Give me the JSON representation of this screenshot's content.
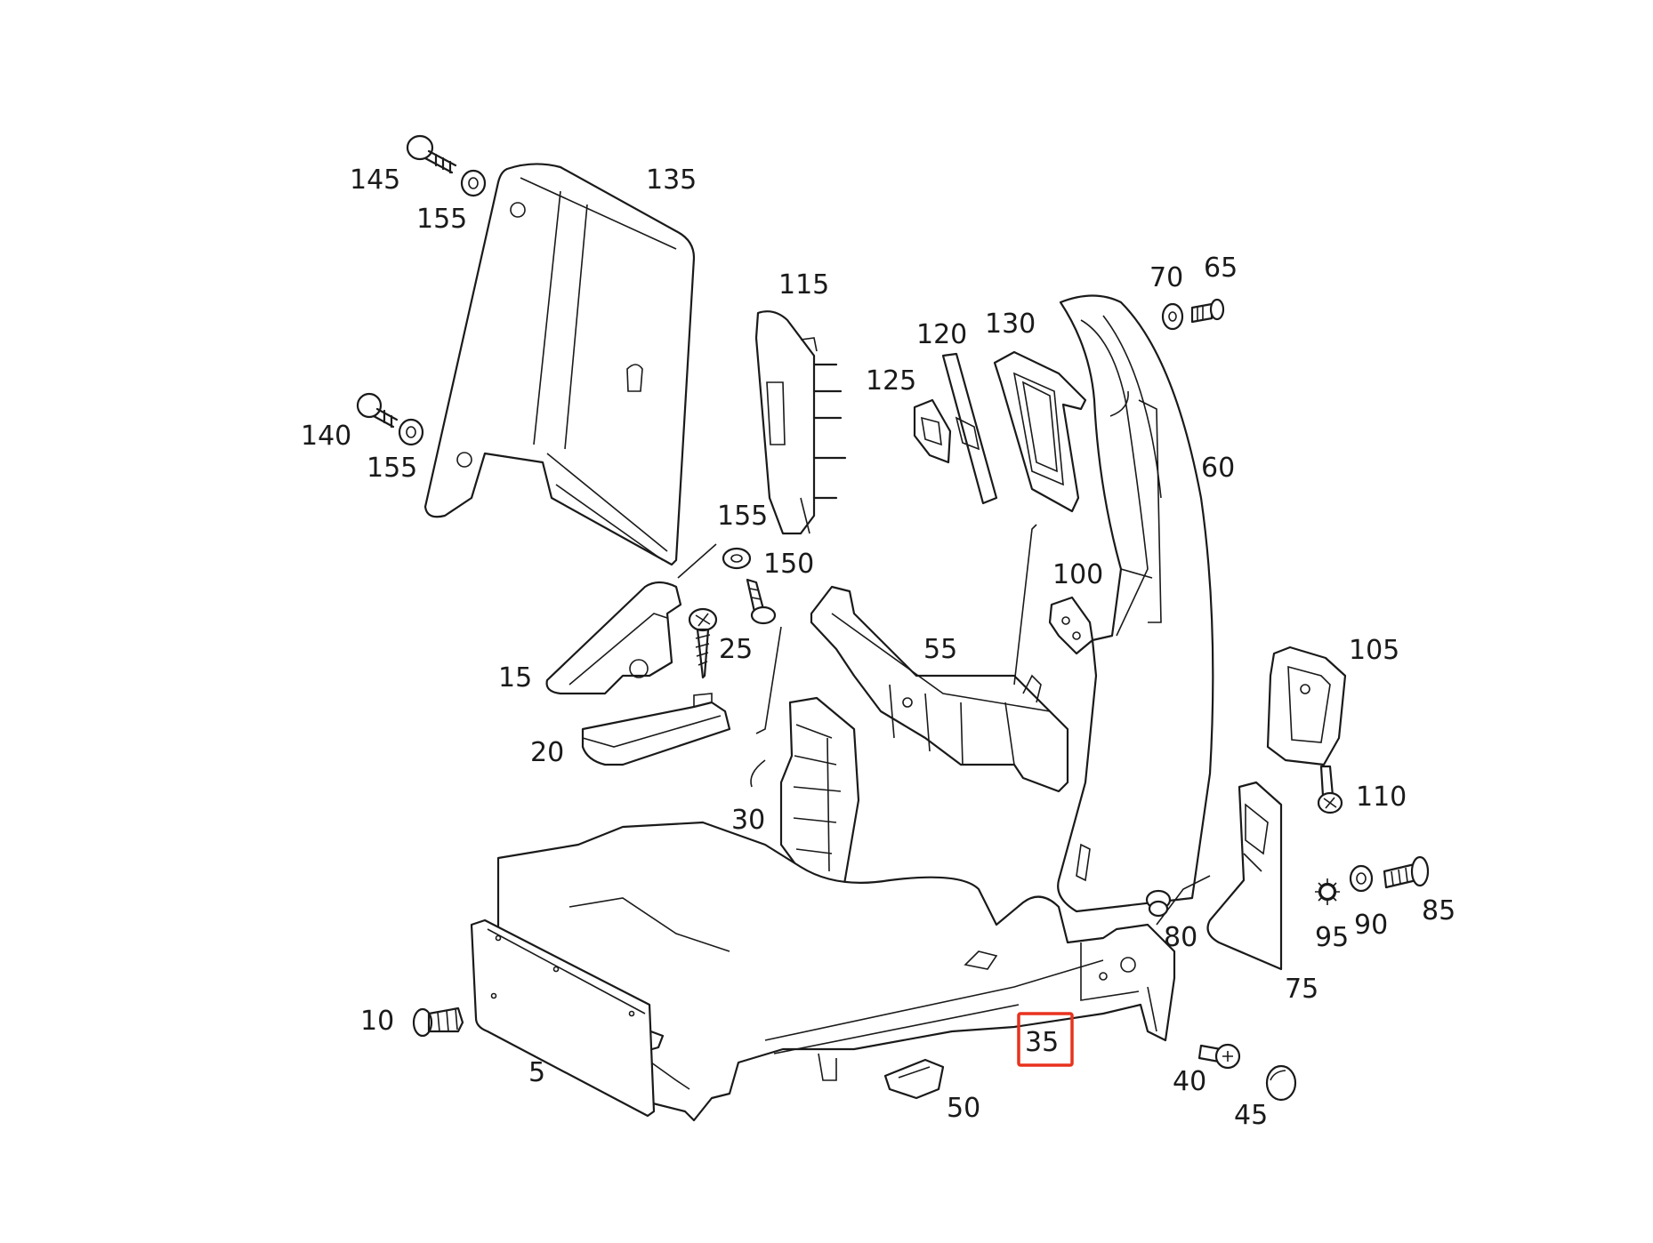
{
  "callouts": [
    {
      "id": "145",
      "text": "145"
    },
    {
      "id": "155a",
      "text": "155"
    },
    {
      "id": "135",
      "text": "135"
    },
    {
      "id": "140",
      "text": "140"
    },
    {
      "id": "155b",
      "text": "155"
    },
    {
      "id": "115",
      "text": "115"
    },
    {
      "id": "120",
      "text": "120"
    },
    {
      "id": "130",
      "text": "130"
    },
    {
      "id": "125",
      "text": "125"
    },
    {
      "id": "70",
      "text": "70"
    },
    {
      "id": "65",
      "text": "65"
    },
    {
      "id": "60",
      "text": "60"
    },
    {
      "id": "155c",
      "text": "155"
    },
    {
      "id": "150",
      "text": "150"
    },
    {
      "id": "100",
      "text": "100"
    },
    {
      "id": "25",
      "text": "25"
    },
    {
      "id": "55",
      "text": "55"
    },
    {
      "id": "15",
      "text": "15"
    },
    {
      "id": "105",
      "text": "105"
    },
    {
      "id": "20",
      "text": "20"
    },
    {
      "id": "110",
      "text": "110"
    },
    {
      "id": "30",
      "text": "30"
    },
    {
      "id": "85",
      "text": "85"
    },
    {
      "id": "90",
      "text": "90"
    },
    {
      "id": "95",
      "text": "95"
    },
    {
      "id": "80",
      "text": "80"
    },
    {
      "id": "75",
      "text": "75"
    },
    {
      "id": "10",
      "text": "10"
    },
    {
      "id": "35",
      "text": "35"
    },
    {
      "id": "40",
      "text": "40"
    },
    {
      "id": "5",
      "text": "5"
    },
    {
      "id": "50",
      "text": "50"
    },
    {
      "id": "45",
      "text": "45"
    }
  ],
  "highlight": {
    "target": "35",
    "color": "#e8321e"
  }
}
